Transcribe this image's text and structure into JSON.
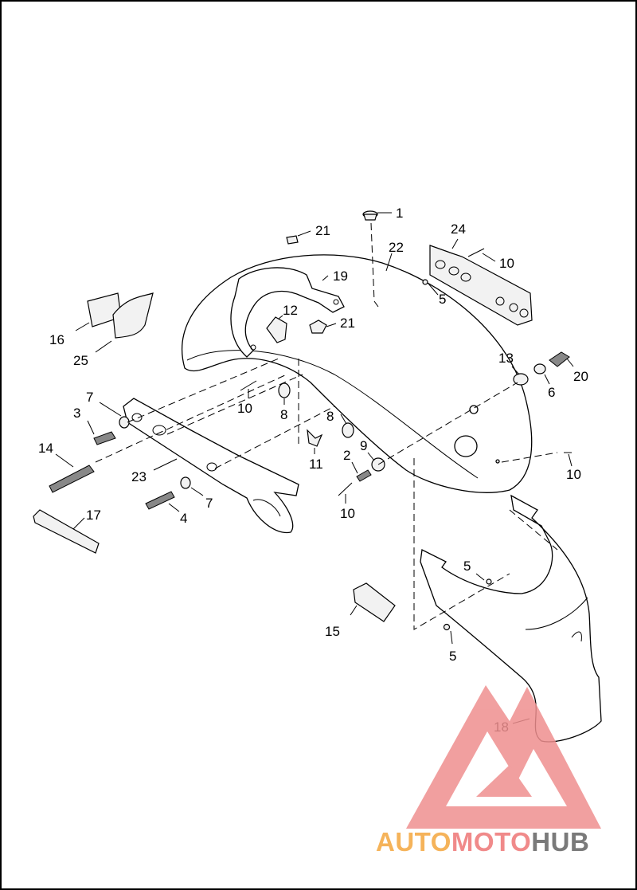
{
  "callouts": [
    "1",
    "21",
    "22",
    "24",
    "10",
    "19",
    "5",
    "12",
    "21",
    "16",
    "25",
    "13",
    "20",
    "6",
    "10",
    "8",
    "8",
    "7",
    "3",
    "9",
    "2",
    "14",
    "11",
    "23",
    "10",
    "7",
    "4",
    "10",
    "17",
    "5",
    "15",
    "5",
    "18"
  ],
  "watermark": {
    "part1": "AUTO",
    "part2": "MOTO",
    "part3": "HUB",
    "color1": "#f5b35a",
    "color2": "#f08a8a",
    "color3": "#7a7a7a",
    "triangle_color": "#ef8f8f"
  }
}
